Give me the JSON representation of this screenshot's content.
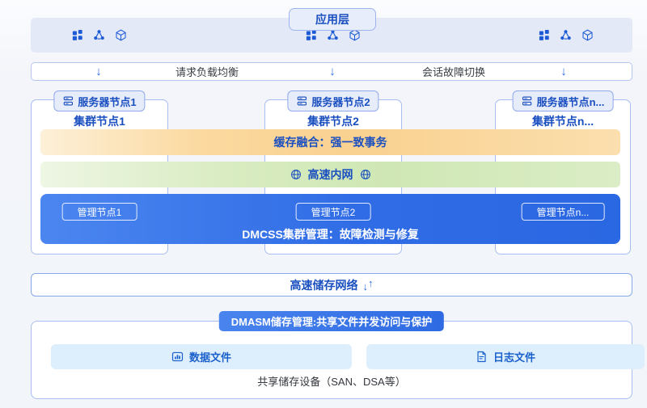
{
  "app_layer": {
    "label": "应用层"
  },
  "icon_groups": {
    "icons": [
      "apps-icon",
      "cluster-icon",
      "cube-icon"
    ],
    "count": 3
  },
  "flow_bar": {
    "arrow": "↓",
    "labels": [
      "请求负载均衡",
      "会话故障切换"
    ]
  },
  "columns": [
    {
      "server": "服务器节点1",
      "cluster": "集群节点1",
      "mgmt": "管理节点1"
    },
    {
      "server": "服务器节点2",
      "cluster": "集群节点2",
      "mgmt": "管理节点2"
    },
    {
      "server": "服务器节点n...",
      "cluster": "集群节点n...",
      "mgmt": "管理节点n..."
    }
  ],
  "cache_bar": {
    "label": "缓存融合：强一致事务"
  },
  "intranet_bar": {
    "label": "高速内网"
  },
  "dmcss_bar": {
    "title": "DMCSS集群管理：故障检测与修复"
  },
  "storage_network": {
    "label": "高速储存网络",
    "down_arrow": "↓",
    "up_arrow": "↑"
  },
  "dmasm": {
    "title": "DMASM储存管理:共享文件并发访问与保护",
    "data_file_label": "数据文件",
    "log_file_label": "日志文件",
    "footer": "共享储存设备（SAN、DSA等）"
  },
  "colors": {
    "accent_blue": "#1a4fc0",
    "bar_blue_start": "#4b86f0",
    "bar_blue_end": "#2a67e2",
    "orange_mid": "#f9d190",
    "green_mid": "#cfe7b4",
    "chip_blue": "#ddeefc",
    "band_lavender": "#e3e9f7"
  }
}
